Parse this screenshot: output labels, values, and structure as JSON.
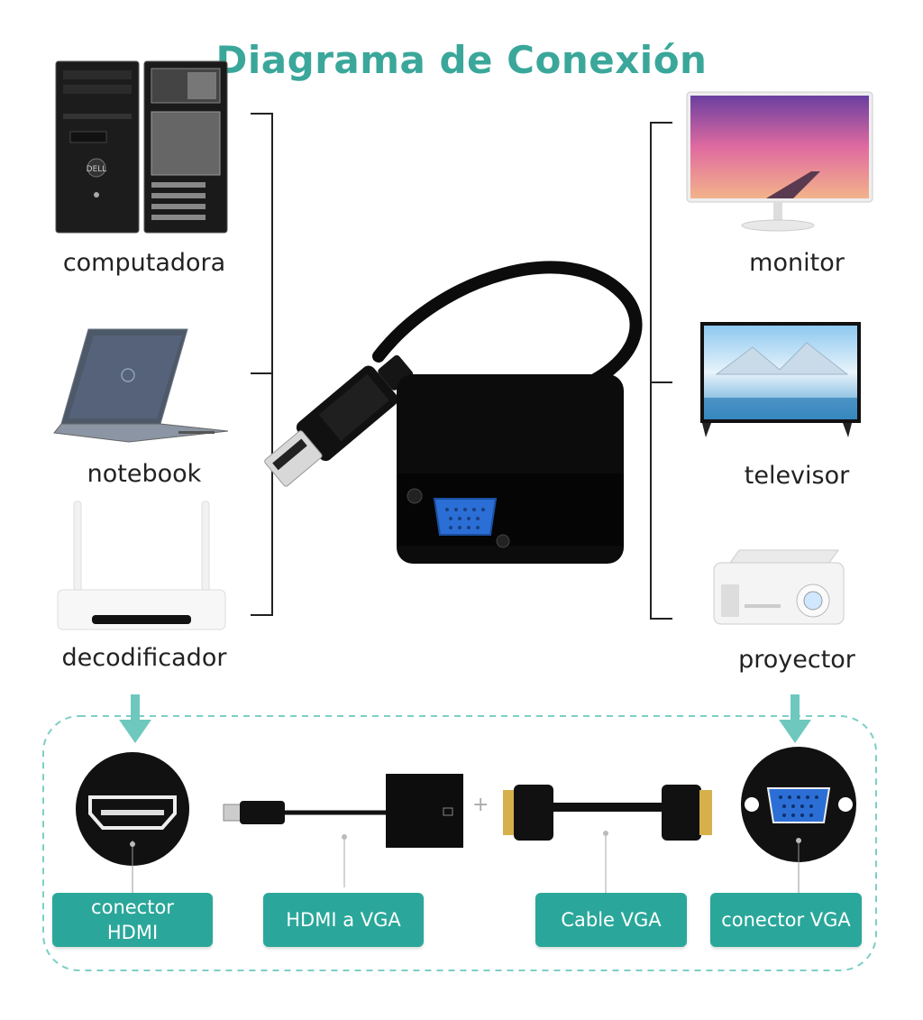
{
  "title": "Diagrama de Conexión",
  "sources": {
    "computer_label": "computadora",
    "notebook_label": "notebook",
    "decoder_label": "decodificador",
    "computer_icon": "desktop-tower-icon",
    "notebook_icon": "laptop-icon",
    "decoder_icon": "router-box-icon"
  },
  "outputs": {
    "monitor_label": "monitor",
    "tv_label": "televisor",
    "projector_label": "proyector",
    "monitor_icon": "monitor-icon",
    "tv_icon": "tv-icon",
    "projector_icon": "projector-icon"
  },
  "adapter_icon": "hdmi-to-vga-adapter-icon",
  "bottom": {
    "hdmi_connector_line1": "conector",
    "hdmi_connector_line2": "HDMI",
    "adapter_label": "HDMI a VGA",
    "cable_label": "Cable VGA",
    "vga_connector_label": "conector VGA",
    "plus_sign": "+"
  },
  "colors": {
    "accent": "#2aa79a",
    "title": "#3aa79a",
    "vga_blue": "#2b6fd6"
  }
}
